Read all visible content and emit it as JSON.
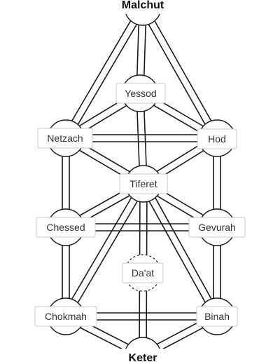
{
  "diagram": {
    "nodes": [
      {
        "id": "malchut",
        "label": "Malchut",
        "emphasis": true
      },
      {
        "id": "yessod",
        "label": "Yessod"
      },
      {
        "id": "netzach",
        "label": "Netzach"
      },
      {
        "id": "hod",
        "label": "Hod"
      },
      {
        "id": "tiferet",
        "label": "Tiferet"
      },
      {
        "id": "chessed",
        "label": "Chessed"
      },
      {
        "id": "gevurah",
        "label": "Gevurah"
      },
      {
        "id": "daat",
        "label": "Da'at",
        "hidden": true
      },
      {
        "id": "chokmah",
        "label": "Chokmah"
      },
      {
        "id": "binah",
        "label": "Binah"
      },
      {
        "id": "keter",
        "label": "Keter",
        "emphasis": true
      }
    ],
    "paths": [
      [
        "malchut",
        "yessod"
      ],
      [
        "malchut",
        "netzach"
      ],
      [
        "malchut",
        "hod"
      ],
      [
        "yessod",
        "netzach"
      ],
      [
        "yessod",
        "hod"
      ],
      [
        "yessod",
        "tiferet"
      ],
      [
        "netzach",
        "hod"
      ],
      [
        "netzach",
        "tiferet"
      ],
      [
        "hod",
        "tiferet"
      ],
      [
        "netzach",
        "chessed"
      ],
      [
        "hod",
        "gevurah"
      ],
      [
        "chessed",
        "gevurah"
      ],
      [
        "chessed",
        "tiferet"
      ],
      [
        "gevurah",
        "tiferet"
      ],
      [
        "chessed",
        "chokmah"
      ],
      [
        "gevurah",
        "binah"
      ],
      [
        "chokmah",
        "binah"
      ],
      [
        "chokmah",
        "tiferet"
      ],
      [
        "binah",
        "tiferet"
      ],
      [
        "chokmah",
        "keter"
      ],
      [
        "binah",
        "keter"
      ],
      [
        "keter",
        "tiferet"
      ]
    ]
  }
}
